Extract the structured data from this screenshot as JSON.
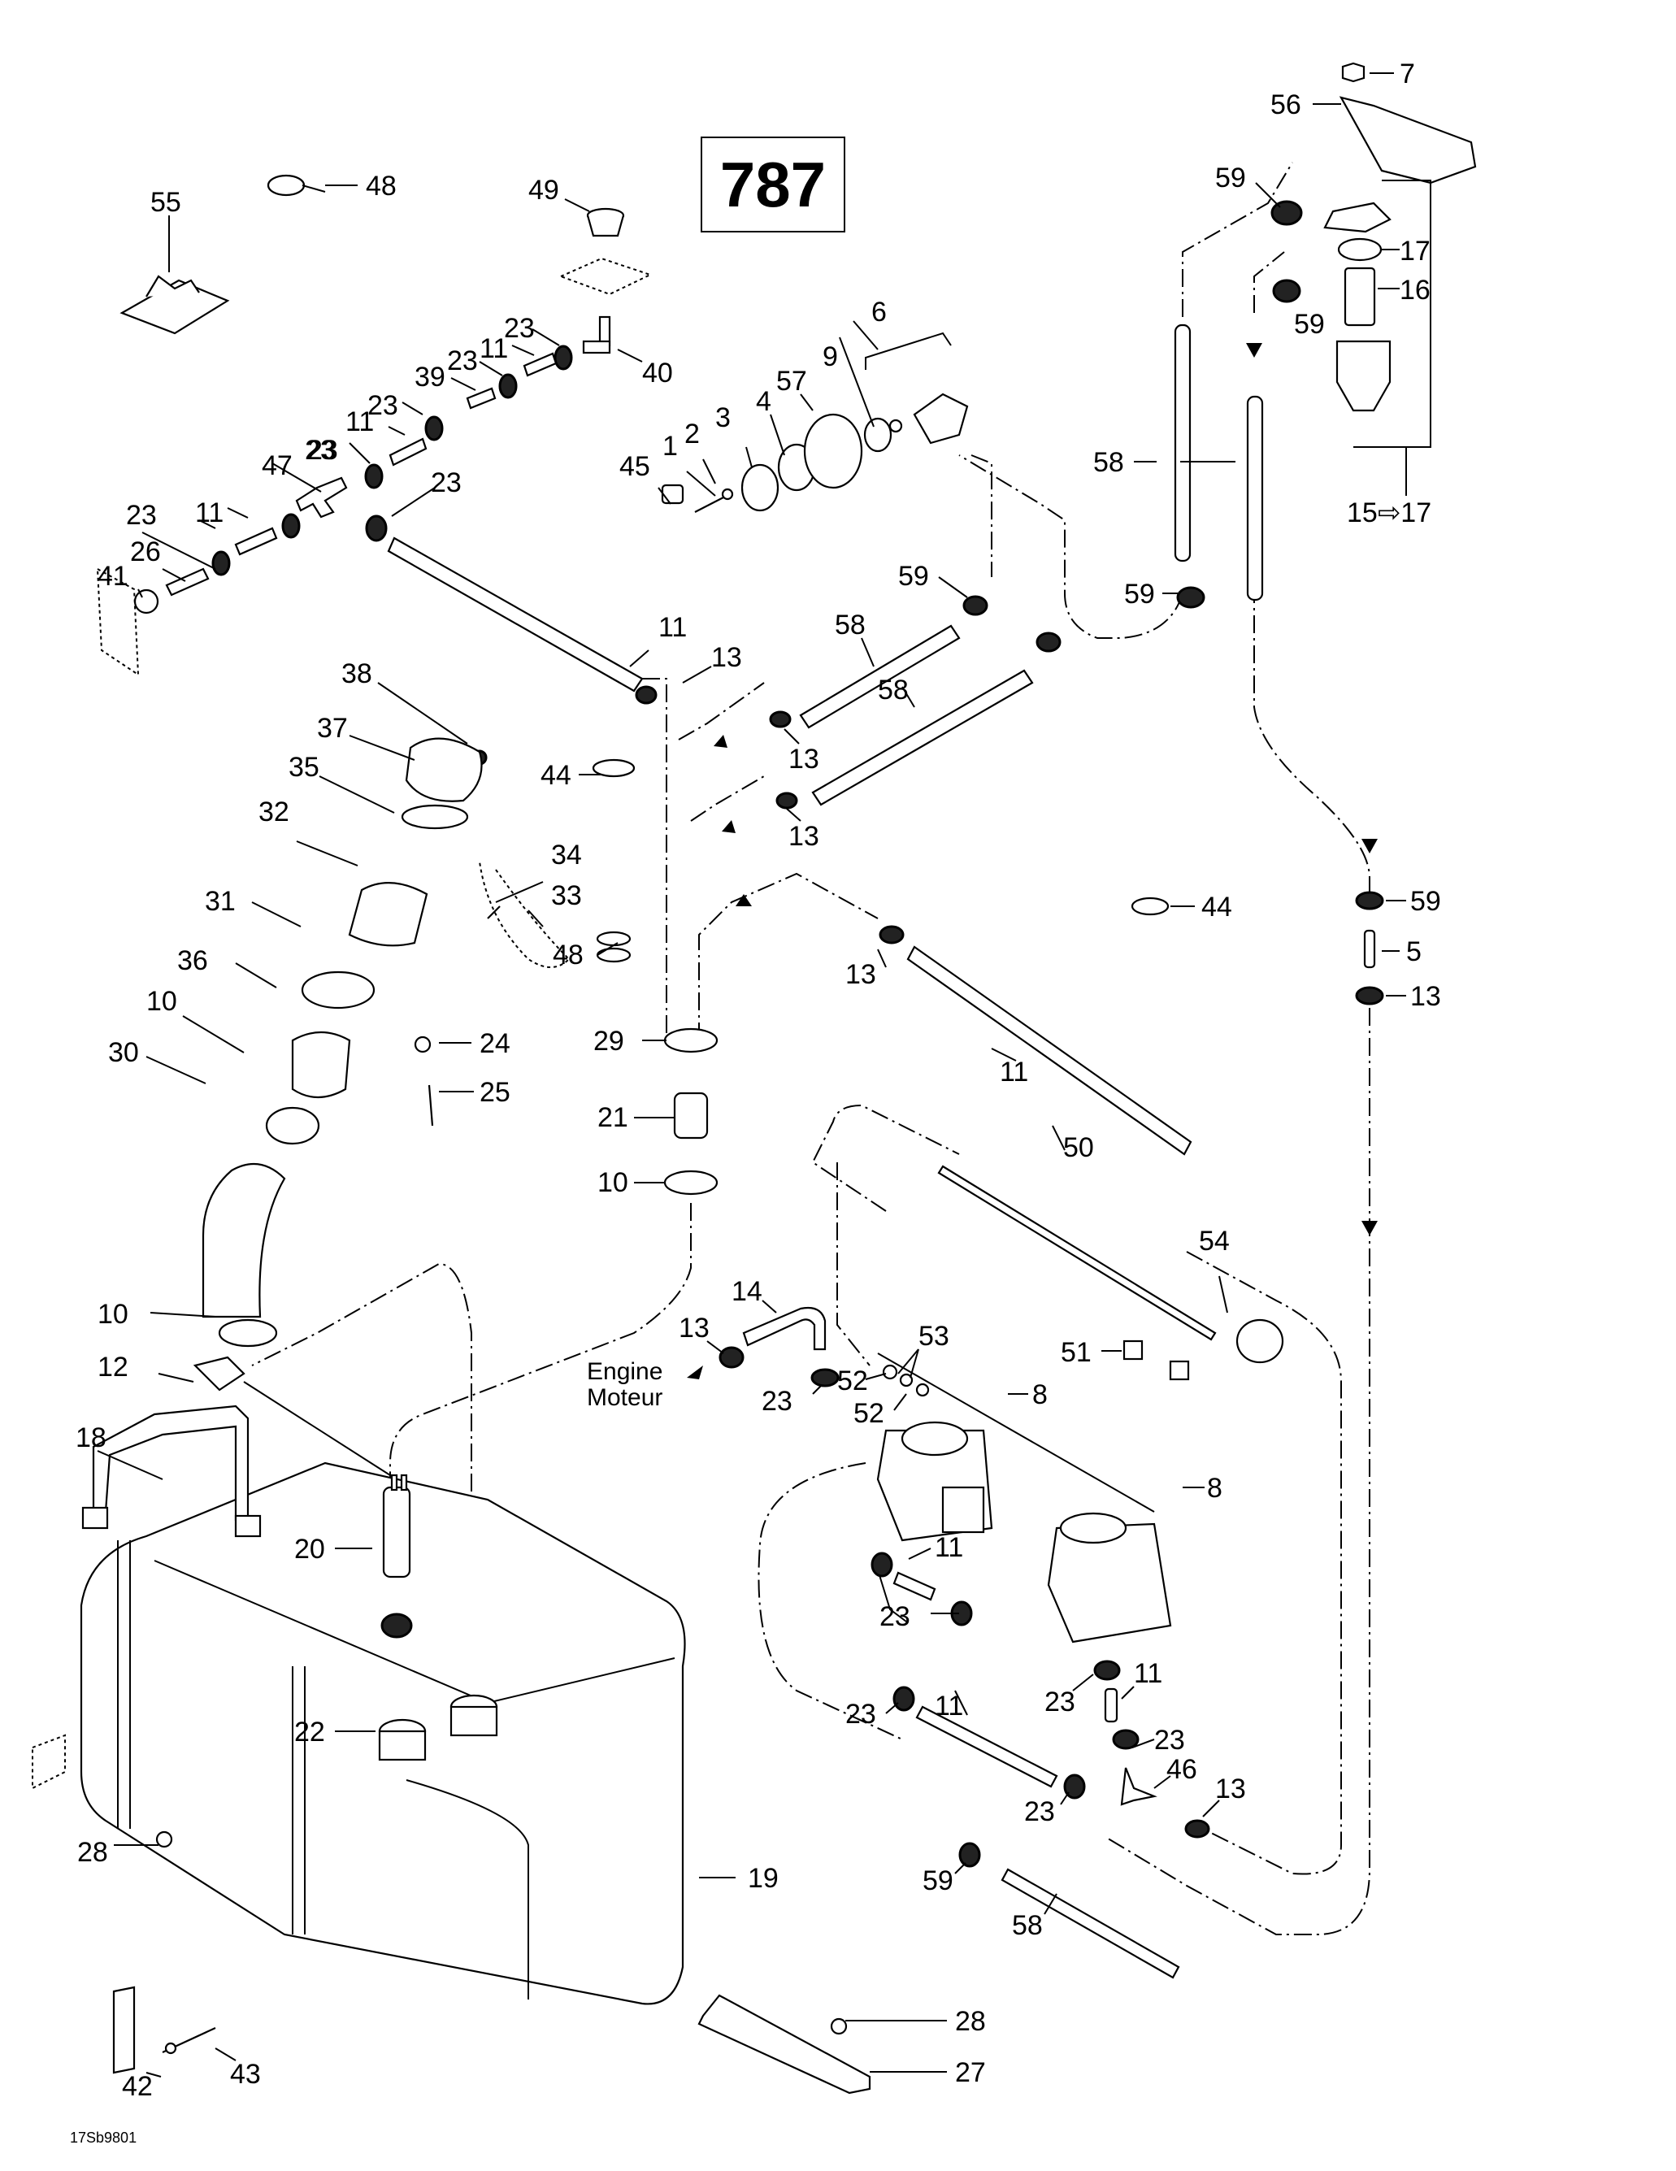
{
  "diagram": {
    "number": "787",
    "figure_code": "17Sb9801",
    "engine_label": [
      "Engine",
      "Moteur"
    ],
    "range_label": "15⇨17",
    "callouts": [
      {
        "id": "c7",
        "text": "7"
      },
      {
        "id": "c56",
        "text": "56"
      },
      {
        "id": "c59a",
        "text": "59"
      },
      {
        "id": "c17",
        "text": "17"
      },
      {
        "id": "c16",
        "text": "16"
      },
      {
        "id": "c59b",
        "text": "59"
      },
      {
        "id": "c58a",
        "text": "58"
      },
      {
        "id": "c59c",
        "text": "59"
      },
      {
        "id": "c48a",
        "text": "48"
      },
      {
        "id": "c55",
        "text": "55"
      },
      {
        "id": "c49",
        "text": "49"
      },
      {
        "id": "c23a",
        "text": "23"
      },
      {
        "id": "c40",
        "text": "40"
      },
      {
        "id": "c11a",
        "text": "11"
      },
      {
        "id": "c23b",
        "text": "23"
      },
      {
        "id": "c39",
        "text": "39"
      },
      {
        "id": "c23c",
        "text": "23"
      },
      {
        "id": "c11b",
        "text": "11"
      },
      {
        "id": "c23d",
        "text": "23"
      },
      {
        "id": "c47",
        "text": "47"
      },
      {
        "id": "c23e",
        "text": "23"
      },
      {
        "id": "c23f",
        "text": "23"
      },
      {
        "id": "c11c",
        "text": "11"
      },
      {
        "id": "c23g",
        "text": "23"
      },
      {
        "id": "c26",
        "text": "26"
      },
      {
        "id": "c41",
        "text": "41"
      },
      {
        "id": "c6",
        "text": "6"
      },
      {
        "id": "c9",
        "text": "9"
      },
      {
        "id": "c57",
        "text": "57"
      },
      {
        "id": "c4",
        "text": "4"
      },
      {
        "id": "c3",
        "text": "3"
      },
      {
        "id": "c2",
        "text": "2"
      },
      {
        "id": "c1",
        "text": "1"
      },
      {
        "id": "c45",
        "text": "45"
      },
      {
        "id": "c59d",
        "text": "59"
      },
      {
        "id": "c58b",
        "text": "58"
      },
      {
        "id": "c58c",
        "text": "58"
      },
      {
        "id": "c11d",
        "text": "11"
      },
      {
        "id": "c13a",
        "text": "13"
      },
      {
        "id": "c38",
        "text": "38"
      },
      {
        "id": "c37",
        "text": "37"
      },
      {
        "id": "c35",
        "text": "35"
      },
      {
        "id": "c44a",
        "text": "44"
      },
      {
        "id": "c13b",
        "text": "13"
      },
      {
        "id": "c13c",
        "text": "13"
      },
      {
        "id": "c32",
        "text": "32"
      },
      {
        "id": "c34",
        "text": "34"
      },
      {
        "id": "c33",
        "text": "33"
      },
      {
        "id": "c31",
        "text": "31"
      },
      {
        "id": "c48b",
        "text": "48"
      },
      {
        "id": "c36",
        "text": "36"
      },
      {
        "id": "c10a",
        "text": "10"
      },
      {
        "id": "c29",
        "text": "29"
      },
      {
        "id": "c24",
        "text": "24"
      },
      {
        "id": "c30",
        "text": "30"
      },
      {
        "id": "c25",
        "text": "25"
      },
      {
        "id": "c21",
        "text": "21"
      },
      {
        "id": "c10b",
        "text": "10"
      },
      {
        "id": "c44b",
        "text": "44"
      },
      {
        "id": "c59e",
        "text": "59"
      },
      {
        "id": "c5",
        "text": "5"
      },
      {
        "id": "c13d",
        "text": "13"
      },
      {
        "id": "c13e",
        "text": "13"
      },
      {
        "id": "c11e",
        "text": "11"
      },
      {
        "id": "c50",
        "text": "50"
      },
      {
        "id": "c54",
        "text": "54"
      },
      {
        "id": "c10c",
        "text": "10"
      },
      {
        "id": "c14",
        "text": "14"
      },
      {
        "id": "c13f",
        "text": "13"
      },
      {
        "id": "c12",
        "text": "12"
      },
      {
        "id": "c53",
        "text": "53"
      },
      {
        "id": "c51",
        "text": "51"
      },
      {
        "id": "c52a",
        "text": "52"
      },
      {
        "id": "c23h",
        "text": "23"
      },
      {
        "id": "c52b",
        "text": "52"
      },
      {
        "id": "c8a",
        "text": "8"
      },
      {
        "id": "c18",
        "text": "18"
      },
      {
        "id": "c8b",
        "text": "8"
      },
      {
        "id": "c20",
        "text": "20"
      },
      {
        "id": "c11f",
        "text": "11"
      },
      {
        "id": "c23i",
        "text": "23"
      },
      {
        "id": "c23j",
        "text": "23"
      },
      {
        "id": "c11g",
        "text": "11"
      },
      {
        "id": "c23k",
        "text": "23"
      },
      {
        "id": "c22",
        "text": "22"
      },
      {
        "id": "c23l",
        "text": "23"
      },
      {
        "id": "c46",
        "text": "46"
      },
      {
        "id": "c11h",
        "text": "11"
      },
      {
        "id": "c23m",
        "text": "23"
      },
      {
        "id": "c13g",
        "text": "13"
      },
      {
        "id": "c28a",
        "text": "28"
      },
      {
        "id": "c59f",
        "text": "59"
      },
      {
        "id": "c19",
        "text": "19"
      },
      {
        "id": "c58d",
        "text": "58"
      },
      {
        "id": "c28b",
        "text": "28"
      },
      {
        "id": "c42",
        "text": "42"
      },
      {
        "id": "c43",
        "text": "43"
      },
      {
        "id": "c27",
        "text": "27"
      }
    ]
  }
}
